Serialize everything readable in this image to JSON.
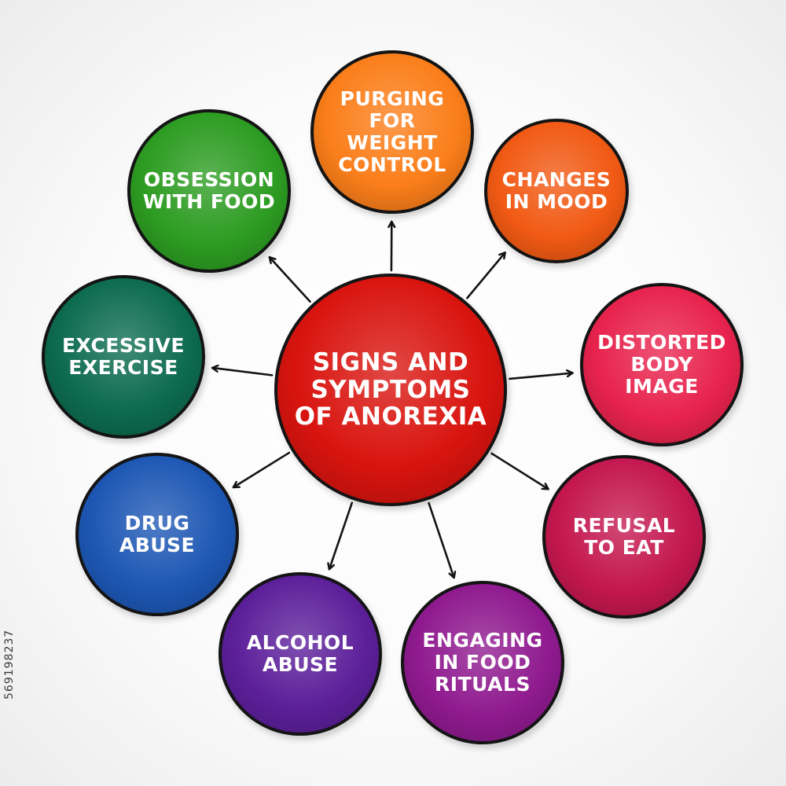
{
  "center": {
    "label": "Signs and\nsymptoms\nof anorexia",
    "color": "#d9140f"
  },
  "nodes": [
    {
      "id": "purging",
      "label": "Purging\nfor\nweight\ncontrol",
      "color": "#fb7e1a"
    },
    {
      "id": "mood",
      "label": "Changes\nin mood",
      "color": "#f15a14"
    },
    {
      "id": "body",
      "label": "Distorted\nbody\nimage",
      "color": "#e8234d"
    },
    {
      "id": "refusal",
      "label": "Refusal\nto eat",
      "color": "#c4174f"
    },
    {
      "id": "rituals",
      "label": "Engaging\nin food\nrituals",
      "color": "#8f1a8f"
    },
    {
      "id": "alcohol",
      "label": "Alcohol\nabuse",
      "color": "#5c1f9a"
    },
    {
      "id": "drug",
      "label": "Drug\nabuse",
      "color": "#1d57b4"
    },
    {
      "id": "exercise",
      "label": "Excessive\nexercise",
      "color": "#0d6b4f"
    },
    {
      "id": "food",
      "label": "Obsession\nwith food",
      "color": "#2d9c22"
    }
  ],
  "stock_id": "569198237"
}
